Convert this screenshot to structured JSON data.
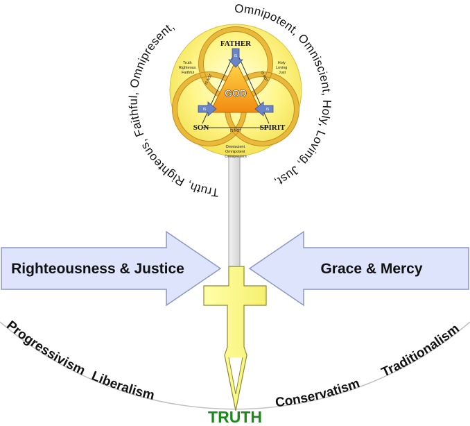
{
  "attributes": {
    "left_arc": "Truth, Righteous, Faithful, Omnipresent,",
    "right_arc": "Omnipotent, Omniscient, Holy, Loving, Just,"
  },
  "trinity": {
    "father": "FATHER",
    "son": "SON",
    "spirit": "SPIRIT",
    "god": "GOD",
    "is_label": "IS",
    "is_not_label": "IS NOT",
    "father_traits": [
      "Truth",
      "Righteous",
      "Faithful"
    ],
    "spirit_traits": [
      "Holy",
      "Loving",
      "Just"
    ],
    "son_traits": [
      "Omniscient",
      "Omnipotent",
      "Omnipresent"
    ]
  },
  "arrows": {
    "left": "Righteousness & Justice",
    "right": "Grace & Mercy"
  },
  "spectrum": {
    "progressivism": "Progressivism",
    "liberalism": "Liberalism",
    "truth": "TRUTH",
    "conservatism": "Conservatism",
    "traditionalism": "Traditionalism"
  },
  "colors": {
    "truth": "#1a8a1a",
    "cross_fill": "#ffff99",
    "arrow_fill": "#dde4fb",
    "arrow_stroke": "#8a97c4",
    "ring": "#e8b93a",
    "god_triangle": "#f7a11a"
  }
}
